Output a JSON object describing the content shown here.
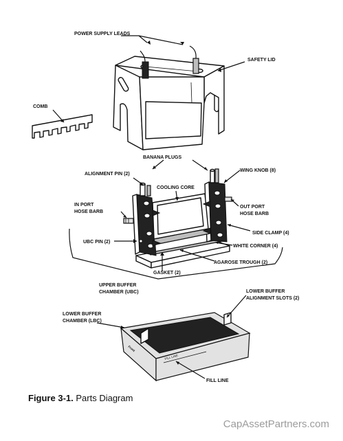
{
  "labels": {
    "power_supply_leads": "POWER SUPPLY LEADS",
    "safety_lid": "SAFETY LID",
    "comb": "COMB",
    "banana_plugs": "BANANA PLUGS",
    "alignment_pin": "ALIGNMENT PIN (2)",
    "wing_knob": "WING KNOB (8)",
    "cooling_core": "COOLING CORE",
    "in_port_line1": "IN PORT",
    "in_port_line2": "HOSE BARB",
    "out_port_line1": "OUT PORT",
    "out_port_line2": "HOSE BARB",
    "side_clamp": "SIDE CLAMP (4)",
    "ubc_pin": "UBC PIN (2)",
    "white_corner": "WHITE CORNER (4)",
    "agarose_trough": "AGAROSE TROUGH (2)",
    "gasket": "GASKET (2)",
    "upper_buffer_line1": "UPPER BUFFER",
    "upper_buffer_line2": "CHAMBER (UBC)",
    "lower_buffer_slots_line1": "LOWER BUFFER",
    "lower_buffer_slots_line2": "ALIGNMENT SLOTS (2)",
    "lower_buffer_chamber_line1": "LOWER BUFFER",
    "lower_buffer_chamber_line2": "CHAMBER (LBC)",
    "fill_line": "FILL LINE",
    "fill_line_marking": "FILL LINE",
    "front_marking": "Front"
  },
  "caption": {
    "prefix": "Figure 3-1.",
    "text": " Parts Diagram"
  },
  "watermark": "CapAssetPartners.com"
}
